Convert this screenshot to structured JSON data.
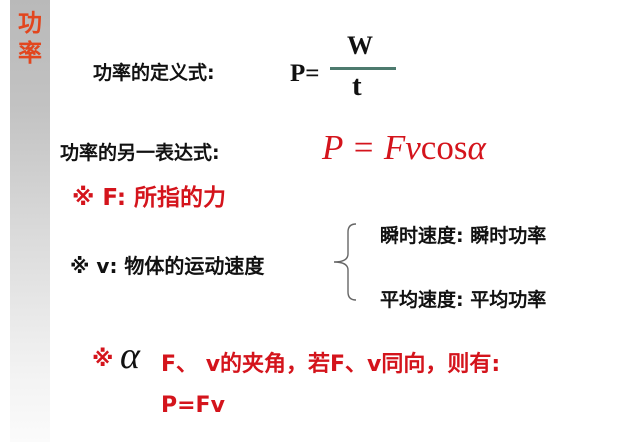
{
  "sidebar": {
    "title_line1": "功",
    "title_line2": "率",
    "title_color": "#e2461e"
  },
  "definition": {
    "label": "功率的定义式:",
    "lhs": "P=",
    "numerator": "W",
    "denominator": "t"
  },
  "alternate": {
    "label": "功率的另一表达式:",
    "formula_lhs": "P = Fv",
    "formula_cos": "cos",
    "formula_alpha": "α"
  },
  "notes": {
    "f_note": "※ F: 所指的力",
    "v_note": "※ v: 物体的运动速度",
    "v_branches": [
      "瞬时速度: 瞬时功率",
      "平均速度: 平均功率"
    ],
    "alpha_mark": "※",
    "alpha_symbol": "α",
    "alpha_note": "F、 v的夹角，若F、v同向，则有:",
    "conclusion": "P=Fv"
  },
  "colors": {
    "red": "#d4141c",
    "black": "#111111",
    "fraction_line": "#4d7a6e",
    "sidebar_top": "#b9b9b9"
  }
}
